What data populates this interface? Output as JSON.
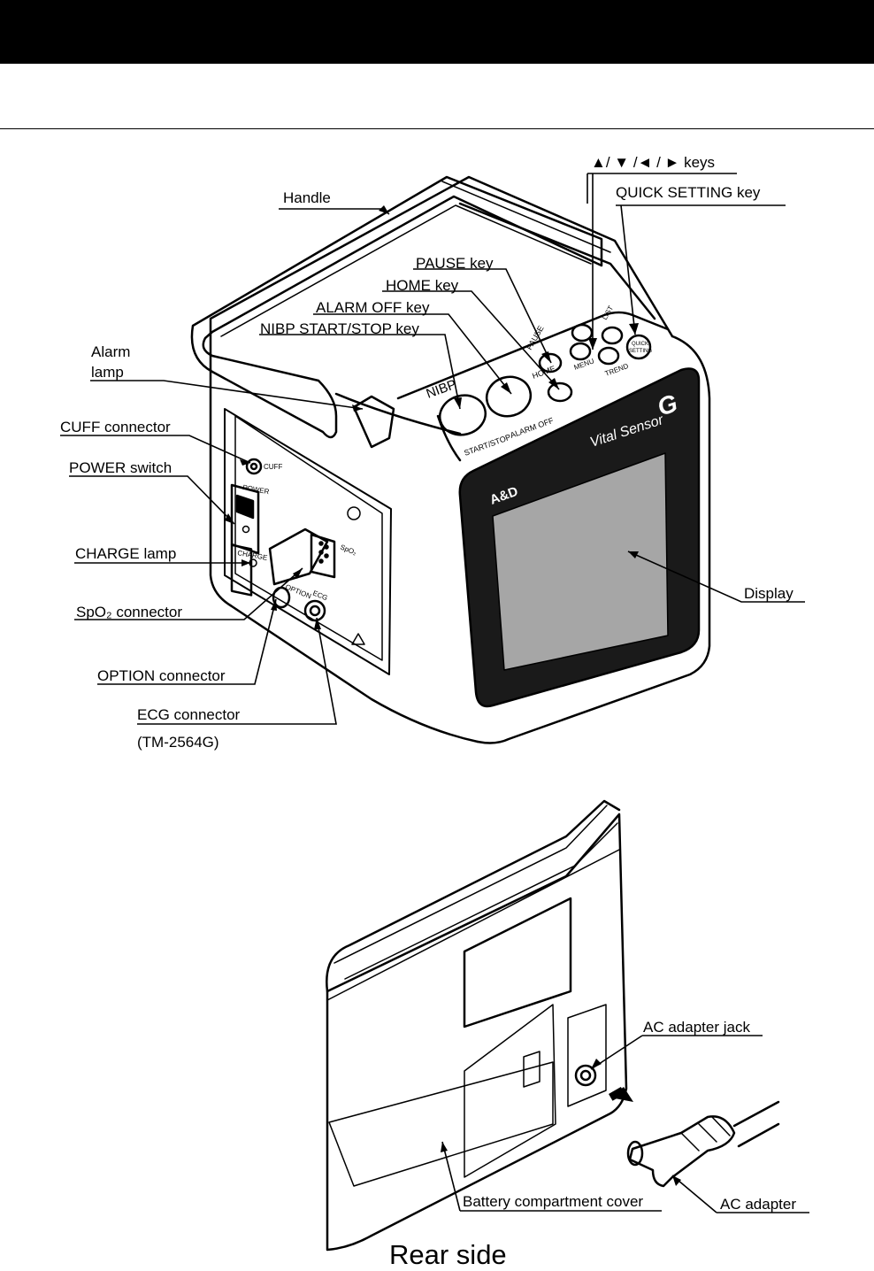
{
  "labels": {
    "arrow_keys": "▲/ ▼ /◄ / ► keys",
    "quick_setting": "QUICK SETTING key",
    "handle": "Handle",
    "pause": "PAUSE key",
    "home": "HOME key",
    "alarm_off": "ALARM OFF key",
    "nibp": "NIBP START/STOP key",
    "alarm_lamp_1": "Alarm",
    "alarm_lamp_2": "lamp",
    "cuff": "CUFF connector",
    "power": "POWER switch",
    "charge": "CHARGE lamp",
    "spo2": "SpO₂ connector",
    "option": "OPTION connector",
    "ecg": "ECG connector",
    "ecg_model": "(TM-2564G)",
    "display": "Display",
    "ac_jack": "AC adapter jack",
    "battery_cover": "Battery compartment cover",
    "ac_adapter": "AC adapter",
    "rear_side": "Rear side"
  },
  "device_text": {
    "nibp": "NIBP",
    "start_stop": "START/STOP",
    "alarm_off": "ALARM OFF",
    "home": "HOME",
    "pause": "PAUSE",
    "list": "LIST",
    "menu": "MENU",
    "trend": "TREND",
    "quick": "QUICK",
    "setting": "SETTING",
    "brand_logo": "A&D",
    "product_logo": "Vital Sensor",
    "product_logo_g": "G",
    "cuff": "CUFF",
    "power": "POWER",
    "charge": "CHARGE",
    "option": "OPTION",
    "ecg": "ECG",
    "spo2": "SpO₂"
  },
  "colors": {
    "screen": "#a6a6a6",
    "bezel": "#1a1a1a",
    "bar": "#000000",
    "line": "#000000"
  }
}
